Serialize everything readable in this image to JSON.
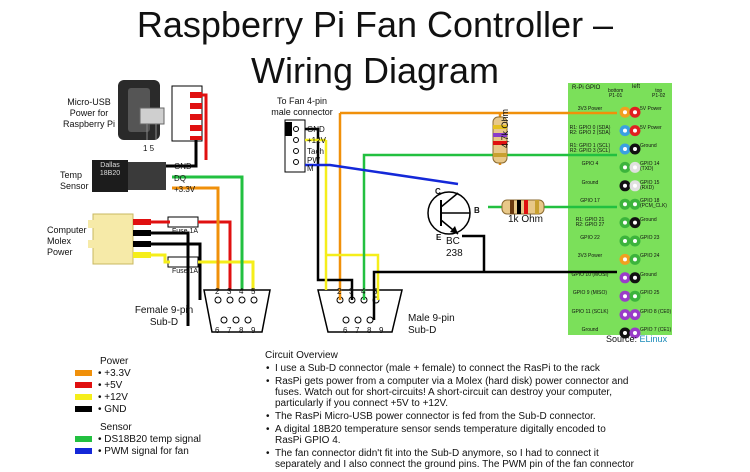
{
  "title_line1": "Raspberry Pi Fan Controller –",
  "title_line2": "Wiring Diagram",
  "labels": {
    "micro_usb": "Micro-USB\nPower for\nRaspberry Pi",
    "micro_usb_pins": "1  5",
    "temp_sensor": "Temp\nSensor",
    "sensor_chip": "Dallas\n18B20",
    "sensor_pins": [
      "GND",
      "DQ",
      "+3.3V"
    ],
    "molex": "Computer\nMolex\nPower",
    "fuse1": "Fuse 1A",
    "fuse2": "Fuse 1A",
    "fan_connector": "To Fan 4-pin\nmale connector",
    "fan_pins": [
      "GND",
      "+12V",
      "Tach",
      "PW\nM"
    ],
    "female_subd": "Female 9-pin\nSub-D",
    "male_subd": "Male 9-pin\nSub-D",
    "subd_top_pins": [
      "2",
      "3",
      "4",
      "5"
    ],
    "subd_bottom_pins": [
      "6",
      "7",
      "8",
      "9"
    ],
    "resistor_47k": "4,7k Ohm",
    "resistor_1k": "1k Ohm",
    "transistor": "BC\n238",
    "pin_c": "C",
    "pin_b": "B",
    "pin_e": "E",
    "source_label": "Source:",
    "source_link": "ELinux"
  },
  "gpio": {
    "header": "R-Pi GPIO",
    "col_left": "left",
    "col_bottom": "bottom\nP1-01",
    "col_top": "top\nP1-02",
    "left_pins": [
      "3V3 Power",
      "R1: GPIO 0 (SDA)\nR2: GPIO 2 (SDA)",
      "R1: GPIO 1 (SCL)\nR2: GPIO 3 (SCL)",
      "GPIO 4",
      "Ground",
      "GPIO 17",
      "R1: GPIO 21\nR2: GPIO 27",
      "GPIO 22",
      "3V3 Power",
      "GPIO 10 (MOSI)",
      "GPIO 9 (MISO)",
      "GPIO 11 (SCLK)",
      "Ground"
    ],
    "right_pins": [
      "5V Power",
      "5V Power",
      "Ground",
      "GPIO 14 (TXD)",
      "GPIO 15 (RXD)",
      "GPIO 18\n(PCM_CLK)",
      "Ground",
      "GPIO 23",
      "GPIO 24",
      "Ground",
      "GPIO 25",
      "GPIO 8 (CE0)",
      "GPIO 7 (CE1)"
    ],
    "left_colors": [
      "#f0a020",
      "#3aa0e0",
      "#3aa0e0",
      "#3cb43c",
      "#111111",
      "#3cb43c",
      "#3cb43c",
      "#3cb43c",
      "#f0a020",
      "#9a3cc8",
      "#9a3cc8",
      "#9a3cc8",
      "#111111"
    ],
    "right_colors": [
      "#e02020",
      "#e02020",
      "#111111",
      "#e0e0e0",
      "#e0e0e0",
      "#3cb43c",
      "#111111",
      "#3cb43c",
      "#3cb43c",
      "#111111",
      "#3cb43c",
      "#9a3cc8",
      "#9a3cc8"
    ],
    "panel_color": "#7be05a"
  },
  "legend": {
    "power_title": "Power",
    "power_items": [
      {
        "label": "+3.3V",
        "color": "#f0900a"
      },
      {
        "label": "+5V",
        "color": "#e01010"
      },
      {
        "label": "+12V",
        "color": "#f5ee1a"
      },
      {
        "label": "GND",
        "color": "#000000"
      }
    ],
    "sensor_title": "Sensor",
    "sensor_items": [
      {
        "label": "DS18B20 temp signal",
        "color": "#22c040"
      },
      {
        "label": "PWM signal for fan",
        "color": "#1428d8"
      }
    ]
  },
  "overview": {
    "title": "Circuit Overview",
    "items": [
      "I use a Sub-D connector (male + female) to connect the RasPi to the rack",
      "RasPi gets power from a computer via a Molex (hard disk) power connector and fuses. Watch out for short-circuits! A short-circuit can destroy your computer, particularly if you connect +5V to +12V.",
      "The RasPi Micro-USB power connector is fed from the Sub-D connector.",
      "A digital 18B20 temperature sensor sends temperature digitally encoded to RasPi GPIO 4.",
      "The fan connector didn't fit into the Sub-D anymore, so I had to connect it separately and I also connect the ground pins. The PWM pin of the fan connector"
    ]
  },
  "wire_colors": {
    "orange": "#f0900a",
    "red": "#e01010",
    "yellow": "#f5ee1a",
    "black": "#000000",
    "green": "#22c040",
    "blue": "#1428d8"
  }
}
